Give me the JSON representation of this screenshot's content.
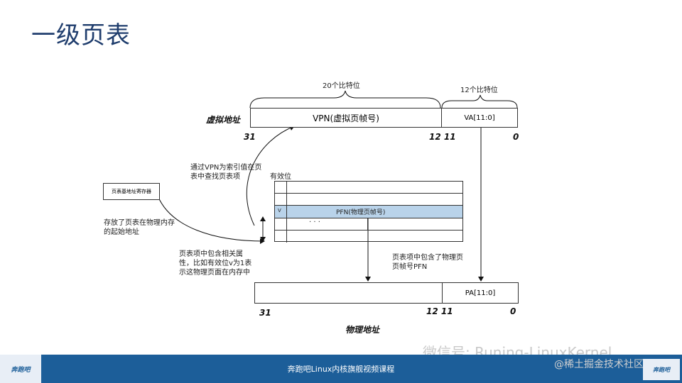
{
  "slide": {
    "title": "一级页表",
    "bits_20": "20个比特位",
    "bits_12": "12个比特位",
    "virtual_address_label": "虚拟地址",
    "vpn_box": "VPN(虚拟页帧号)",
    "va_box": "VA[11:0]",
    "va_bit31": "31",
    "va_bit12_11": "12 11",
    "va_bit0": "0",
    "base_register": "页表基地址寄存器",
    "note_vpn_index": "通过VPN为索引值在页表中查找页表项",
    "valid_bit_label": "有效位",
    "pte_valid": "V",
    "pte_pfn": "PFN(物理页帧号)",
    "pte_dots": "· · ·",
    "note_base_addr": "存放了页表在物理内存的起始地址",
    "note_attr": "页表项中包含相关属性，比如有效位v为1表示这物理页面在内存中",
    "note_pfn": "页表项中包含了物理页页帧号PFN",
    "pa_box": "PA[11:0]",
    "pa_bit31": "31",
    "pa_bit12_11": "12 11",
    "pa_bit0": "0",
    "physical_address_label": "物理地址"
  },
  "footer": {
    "course": "奔跑吧Linux内核旗舰视频课程",
    "logo_left": "奔跑吧",
    "logo_right": "奔跑吧",
    "wechat": "微信号: Runing-LinuxKernel",
    "juejin": "@稀土掘金技术社区"
  },
  "colors": {
    "title": "#1f3d6d",
    "pte_highlight": "#b9d3ea",
    "footer": "#1c5e99"
  }
}
